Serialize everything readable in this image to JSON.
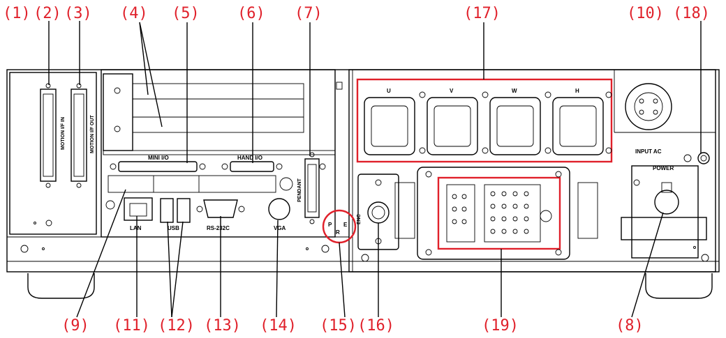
{
  "callouts": {
    "c1": "(1)",
    "c2": "(2)",
    "c3": "(3)",
    "c4": "(4)",
    "c5": "(5)",
    "c6": "(6)",
    "c7": "(7)",
    "c17": "(17)",
    "c10": "(10)",
    "c18": "(18)",
    "c9": "(9)",
    "c11": "(11)",
    "c12": "(12)",
    "c13": "(13)",
    "c14": "(14)",
    "c15": "(15)",
    "c16": "(16)",
    "c19": "(19)",
    "c8": "(8)"
  },
  "panel_labels": {
    "motion_in": "MOTION I/F IN",
    "motion_out": "MOTION I/F OUT",
    "mini_io": "MINI I/O",
    "hand_io": "HAND I/O",
    "pendant": "PENDANT",
    "lan": "LAN",
    "usb": "USB",
    "rs232c": "RS-232C",
    "vga": "VGA",
    "enc": "ENC",
    "input_ac": "INPUT AC",
    "power": "POWER",
    "p": "P",
    "e": "E",
    "r": "R",
    "conn_u": "U",
    "conn_v": "V",
    "conn_w": "W",
    "conn_h": "H"
  },
  "colors": {
    "callout": "#e0202a",
    "line": "#000000"
  }
}
